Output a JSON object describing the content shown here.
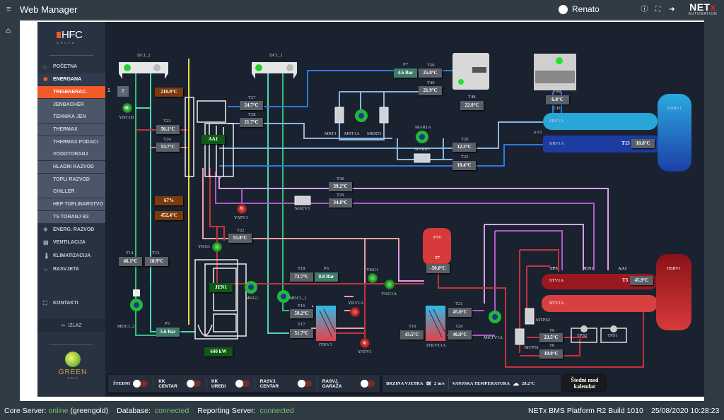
{
  "header": {
    "app_title": "Web Manager",
    "user_name": "Renato",
    "icons": [
      "menu-icon",
      "user-icon",
      "info-icon",
      "fullscreen-icon",
      "logout-icon"
    ],
    "brand": {
      "name_prefix": "NET",
      "name_suffix": "x",
      "tagline": "AUTOMATION"
    }
  },
  "sidebar": {
    "logo": {
      "text": "HFC",
      "sub": "GRUPA"
    },
    "items": [
      {
        "label": "POČETNA",
        "icon": "home-icon"
      },
      {
        "label": "ENERGANA",
        "icon": "energy-icon"
      },
      {
        "label": "TRIGENERAC.",
        "active": true,
        "pages": [
          "1",
          "2"
        ]
      },
      {
        "label": "JENBACHER"
      },
      {
        "label": "TEHNIKA JEN"
      },
      {
        "label": "THERMAX"
      },
      {
        "label": "THERMAX PODACI"
      },
      {
        "label": "VODOTORANJ"
      },
      {
        "label": "HLADNI RAZVOD"
      },
      {
        "label": "TOPLI RAZVOD"
      },
      {
        "label": "CHILLER"
      },
      {
        "label": "HEP TOPLINARSTVO"
      },
      {
        "label": "TS TORANJ B3"
      },
      {
        "label": "ENERG. RAZVOD",
        "icon": "power-icon"
      },
      {
        "label": "VENTILACIJA",
        "icon": "fan-icon"
      },
      {
        "label": "KLIMATIZACIJA",
        "icon": "thermometer-icon"
      },
      {
        "label": "RASVJETA",
        "icon": "light-icon"
      },
      {
        "label": "KONTAKTI",
        "icon": "contacts-icon"
      }
    ],
    "logout_label": "IZLAZ",
    "footer_logo": {
      "text": "GREEN",
      "sub": "GOLD"
    }
  },
  "diagram": {
    "labels": {
      "dc1_2": "DC1_2",
      "dc1_1": "DC1_1",
      "ydc1b": "YDC1B",
      "ydc1b_value": "60",
      "t23": "T23",
      "t24": "T24",
      "t27": "T27",
      "t28": "T28",
      "aa1": "AA1",
      "p7": "P7",
      "t50": "T50",
      "t49": "T49",
      "t48": "T48",
      "mrt1": "MRT1",
      "mrt1a": "MRT1A",
      "mrrt1": "MRRT1",
      "mar1a": "MAR1A",
      "marr1": "MARR1",
      "t26": "T26",
      "t25": "T25",
      "pola": "Pola",
      "ch": "CH",
      "aa1b": "AA1",
      "srv1a": "SRV1A",
      "rrv1a": "RRV1A",
      "t13": "T13",
      "hsrv1_cold": "HSRV1",
      "t30": "T30",
      "t29": "T29",
      "matv1": "MATV1",
      "yatv1_top": "YATV1",
      "yatv1_top_value": "0",
      "t22": "T22",
      "ykg1_left": "YKG1",
      "t14": "T14",
      "t15": "T15",
      "jen1": "JEN1",
      "mkg1": "MKG1",
      "mdc1_1": "MDC1_1",
      "mdc1_2": "MDC1_2",
      "p5": "P5",
      "t18": "T18",
      "p6": "P6",
      "t16": "T16",
      "t17": "T17",
      "itkv1": "ITKV1",
      "ykg1": "YKG1",
      "ykg1a": "YKG1A",
      "ykv1a": "YKV1A",
      "yatv1": "YATV1",
      "yatv1_value": "0",
      "ptv": "PTV",
      "t7": "T7",
      "t19": "T19",
      "t21": "T21",
      "t20": "T20",
      "itkvt1a": "ITKVT1A",
      "mktv1a": "MKTV1A",
      "tps": "TPS",
      "jen1b": "JEN1",
      "aa1c": "AA1",
      "stv1a": "STV1A",
      "rtv1a": "RTV1A",
      "t3": "T3",
      "hsrv1_hot": "HSRV1",
      "mtps2": "MTPS2",
      "mtps1": "MTPS1",
      "t9": "T9",
      "t8": "T8",
      "tps2": "TPS2",
      "tps1": "TPS1"
    },
    "values": {
      "exhaust_temp": "210.0°C",
      "load_pct": "67%",
      "exhaust_temp2": "452.4°C",
      "power": "640 kW",
      "t23": "56.1°C",
      "t24": "53.7°C",
      "t27": "24.7°C",
      "t28": "21.7°C",
      "p7": "4.6 Bar",
      "t50": "25.8°C",
      "t49": "21.9°C",
      "t48": "22.0°C",
      "t26": "12.3°C",
      "t25": "10.4°C",
      "pola": "6.8°C",
      "t13": "10.8°C",
      "t30": "39.2°C",
      "t29": "34.8°C",
      "t22": "55.8°C",
      "t14": "46.1°C",
      "t15": "18.9°C",
      "p5": "5.6 Bar",
      "t18": "72.7°C",
      "p6": "0.8 Bar",
      "t16": "59.2°C",
      "t17": "51.7°C",
      "t7": "-50.0°C",
      "t19": "43.5°C",
      "t21": "45.0°C",
      "t20": "46.9°C",
      "t3": "45.9°C",
      "t9": "23.5°C",
      "t8": "19.9°C"
    }
  },
  "bottom_toggles": [
    {
      "label": "ŠTEDNI",
      "on": false
    },
    {
      "label": "KK CENTAR",
      "on": false
    },
    {
      "label": "KK UREDI",
      "on": false
    },
    {
      "label": "RASVJ. CENTAR",
      "on": false
    },
    {
      "label": "RASVJ. GARAŽA",
      "on": false
    }
  ],
  "weather": {
    "wind_label": "BRZINA VJETRA",
    "wind_value": "2 m/s",
    "temp_label": "VANJSKA TEMPERATURA",
    "temp_value": "28.2°C"
  },
  "calendar_button": {
    "line1": "Štedni mod",
    "line2": "kalendar"
  },
  "status_bar": {
    "core_label": "Core Server:",
    "core_status": "online",
    "core_host": "(greengold)",
    "db_label": "Database:",
    "db_status": "connected",
    "rep_label": "Reporting Server:",
    "rep_status": "connected",
    "build": "NETx BMS Platform R2 Build 1010",
    "datetime": "25/08/2020 10:28:23"
  },
  "colors": {
    "accent": "#f05a28",
    "online": "#7bc26f",
    "pump_on": "#22c22a",
    "valve_off": "#c0222a"
  }
}
